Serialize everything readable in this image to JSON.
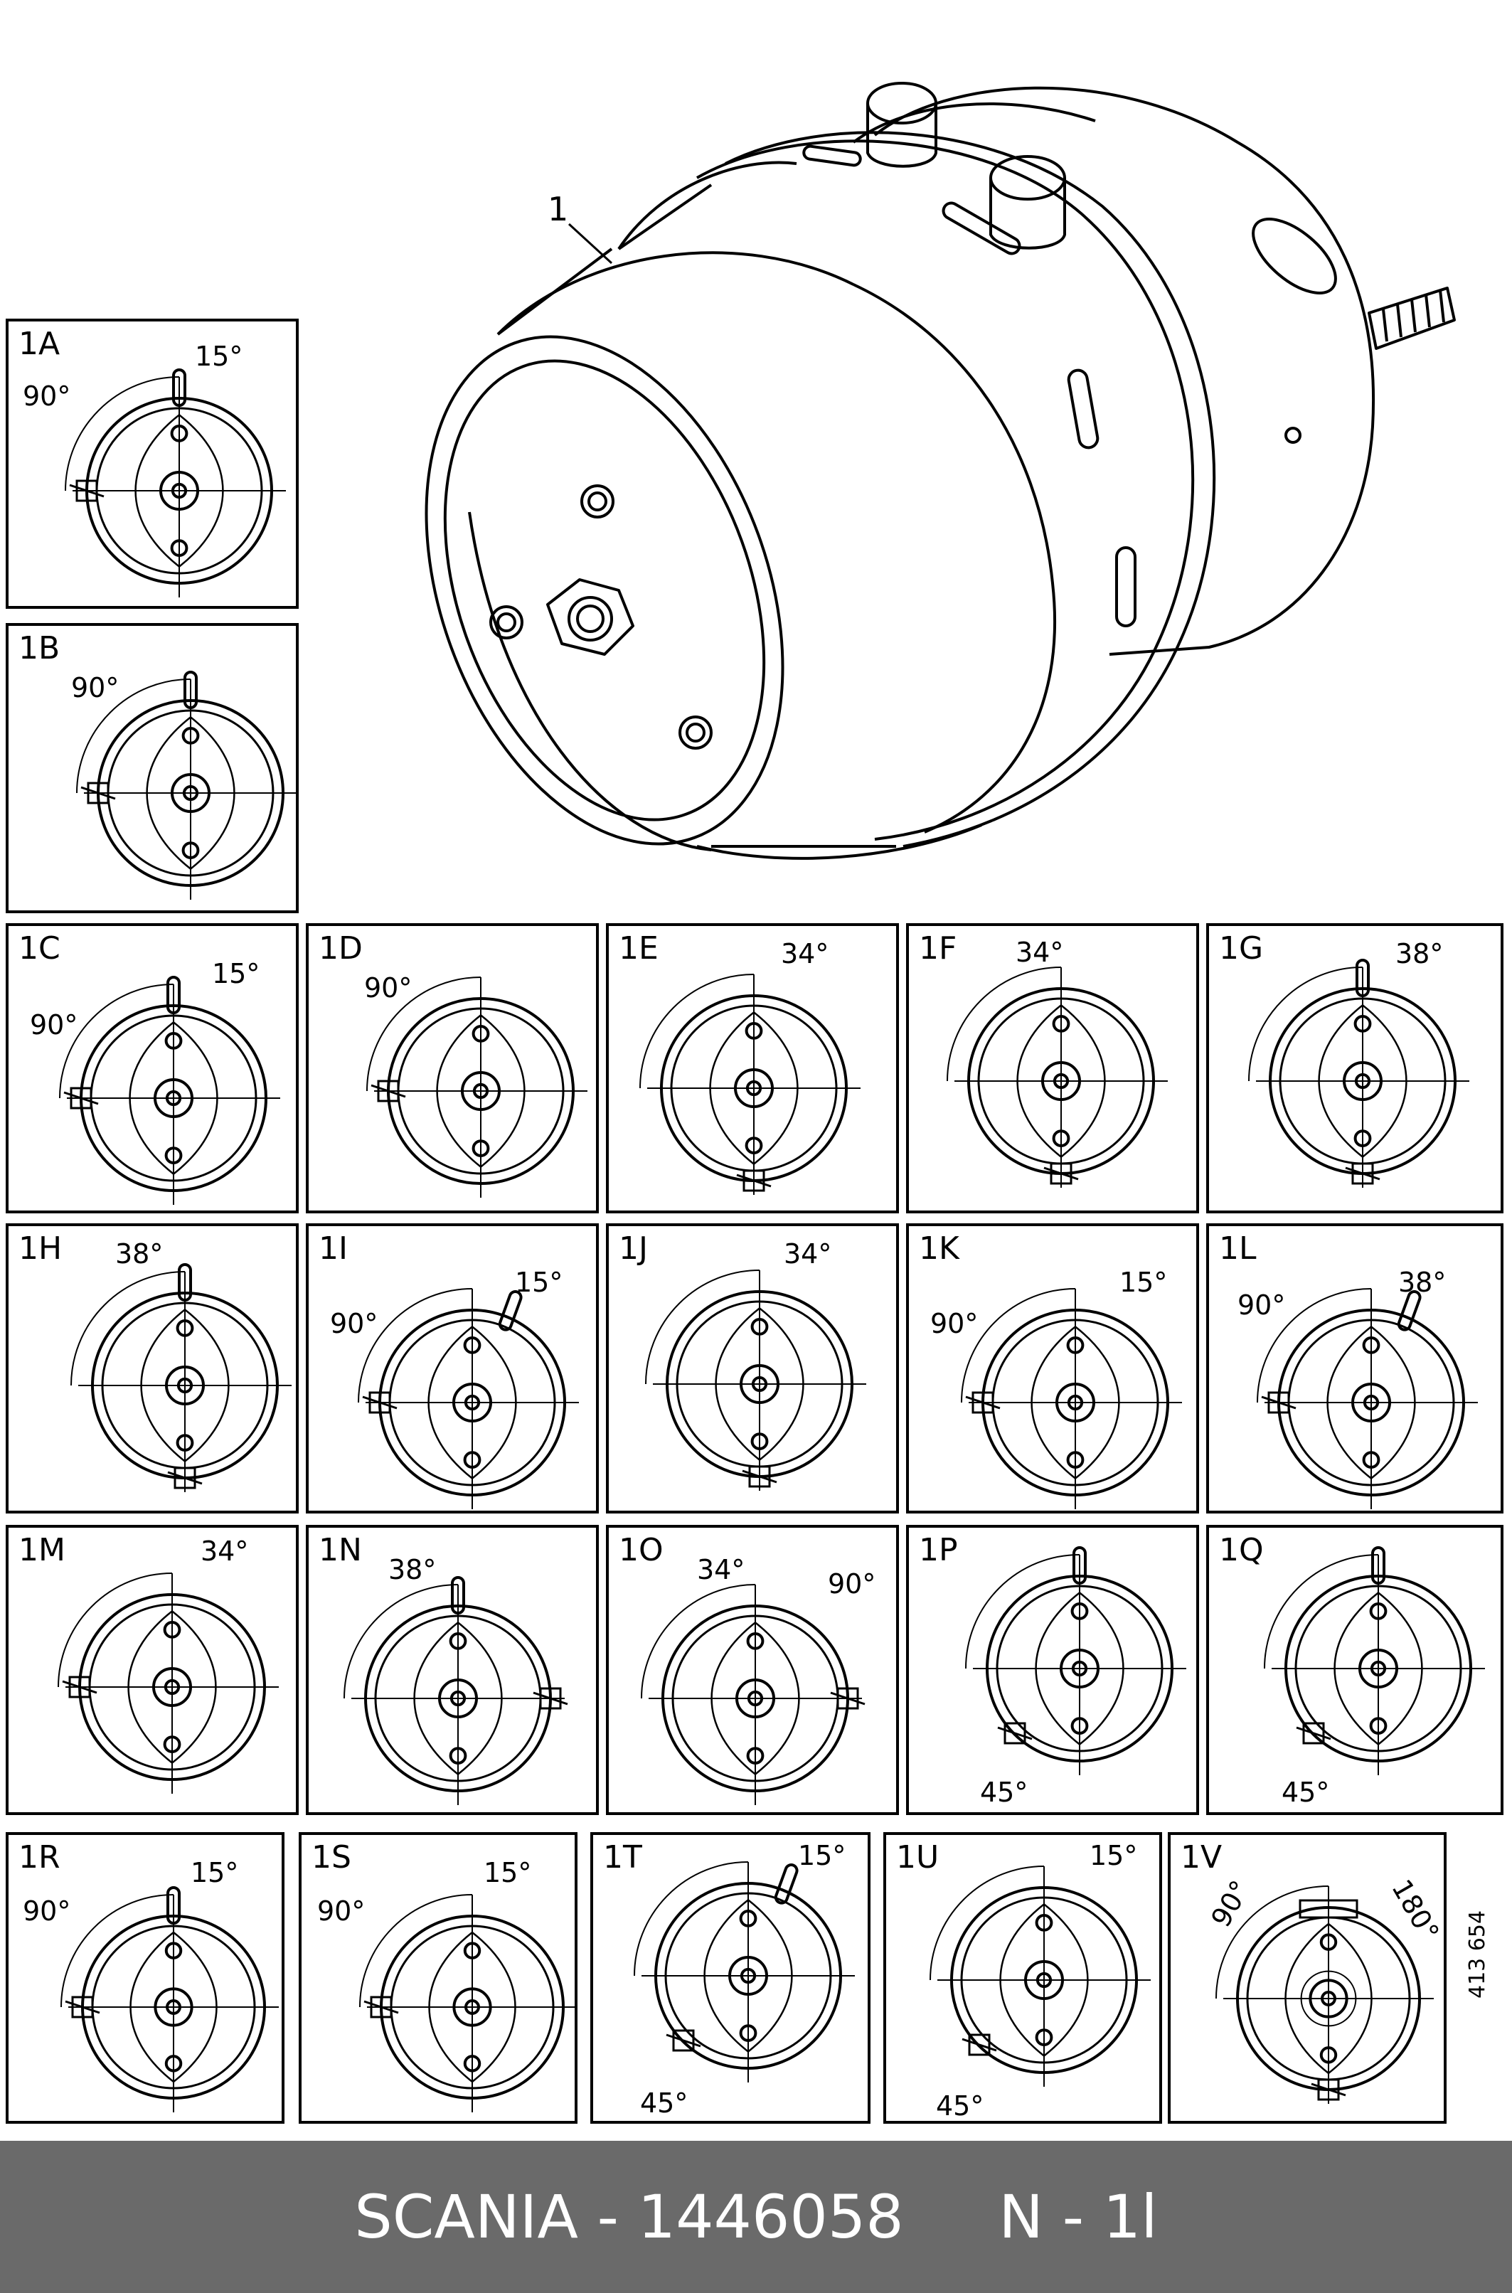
{
  "main": {
    "callout": "1"
  },
  "panels": [
    {
      "label": "1A",
      "angles": [
        "90°",
        "15°"
      ]
    },
    {
      "label": "1B",
      "angles": [
        "90°"
      ]
    },
    {
      "label": "1C",
      "angles": [
        "90°",
        "15°"
      ]
    },
    {
      "label": "1D",
      "angles": [
        "90°"
      ]
    },
    {
      "label": "1E",
      "angles": [
        "34°"
      ]
    },
    {
      "label": "1F",
      "angles": [
        "34°"
      ]
    },
    {
      "label": "1G",
      "angles": [
        "38°"
      ]
    },
    {
      "label": "1H",
      "angles": [
        "38°"
      ]
    },
    {
      "label": "1I",
      "angles": [
        "90°",
        "15°"
      ]
    },
    {
      "label": "1J",
      "angles": [
        "34°"
      ]
    },
    {
      "label": "1K",
      "angles": [
        "90°",
        "15°"
      ]
    },
    {
      "label": "1L",
      "angles": [
        "90°",
        "38°"
      ]
    },
    {
      "label": "1M",
      "angles": [
        "34°"
      ]
    },
    {
      "label": "1N",
      "angles": [
        "38°"
      ]
    },
    {
      "label": "1O",
      "angles": [
        "34°",
        "90°"
      ]
    },
    {
      "label": "1P",
      "angles": [
        "45°"
      ]
    },
    {
      "label": "1Q",
      "angles": [
        "45°"
      ]
    },
    {
      "label": "1R",
      "angles": [
        "90°",
        "15°"
      ]
    },
    {
      "label": "1S",
      "angles": [
        "90°",
        "15°"
      ]
    },
    {
      "label": "1T",
      "angles": [
        "15°",
        "45°"
      ]
    },
    {
      "label": "1U",
      "angles": [
        "15°",
        "45°"
      ]
    },
    {
      "label": "1V",
      "angles": [
        "90°",
        "180°"
      ]
    }
  ],
  "reference_number": "413 654",
  "footer": {
    "text": "SCANIA - 1446058     N - 1l"
  },
  "colors": {
    "footer_bg": "#6a6a6a",
    "footer_text": "#ffffff",
    "line": "#000000"
  }
}
